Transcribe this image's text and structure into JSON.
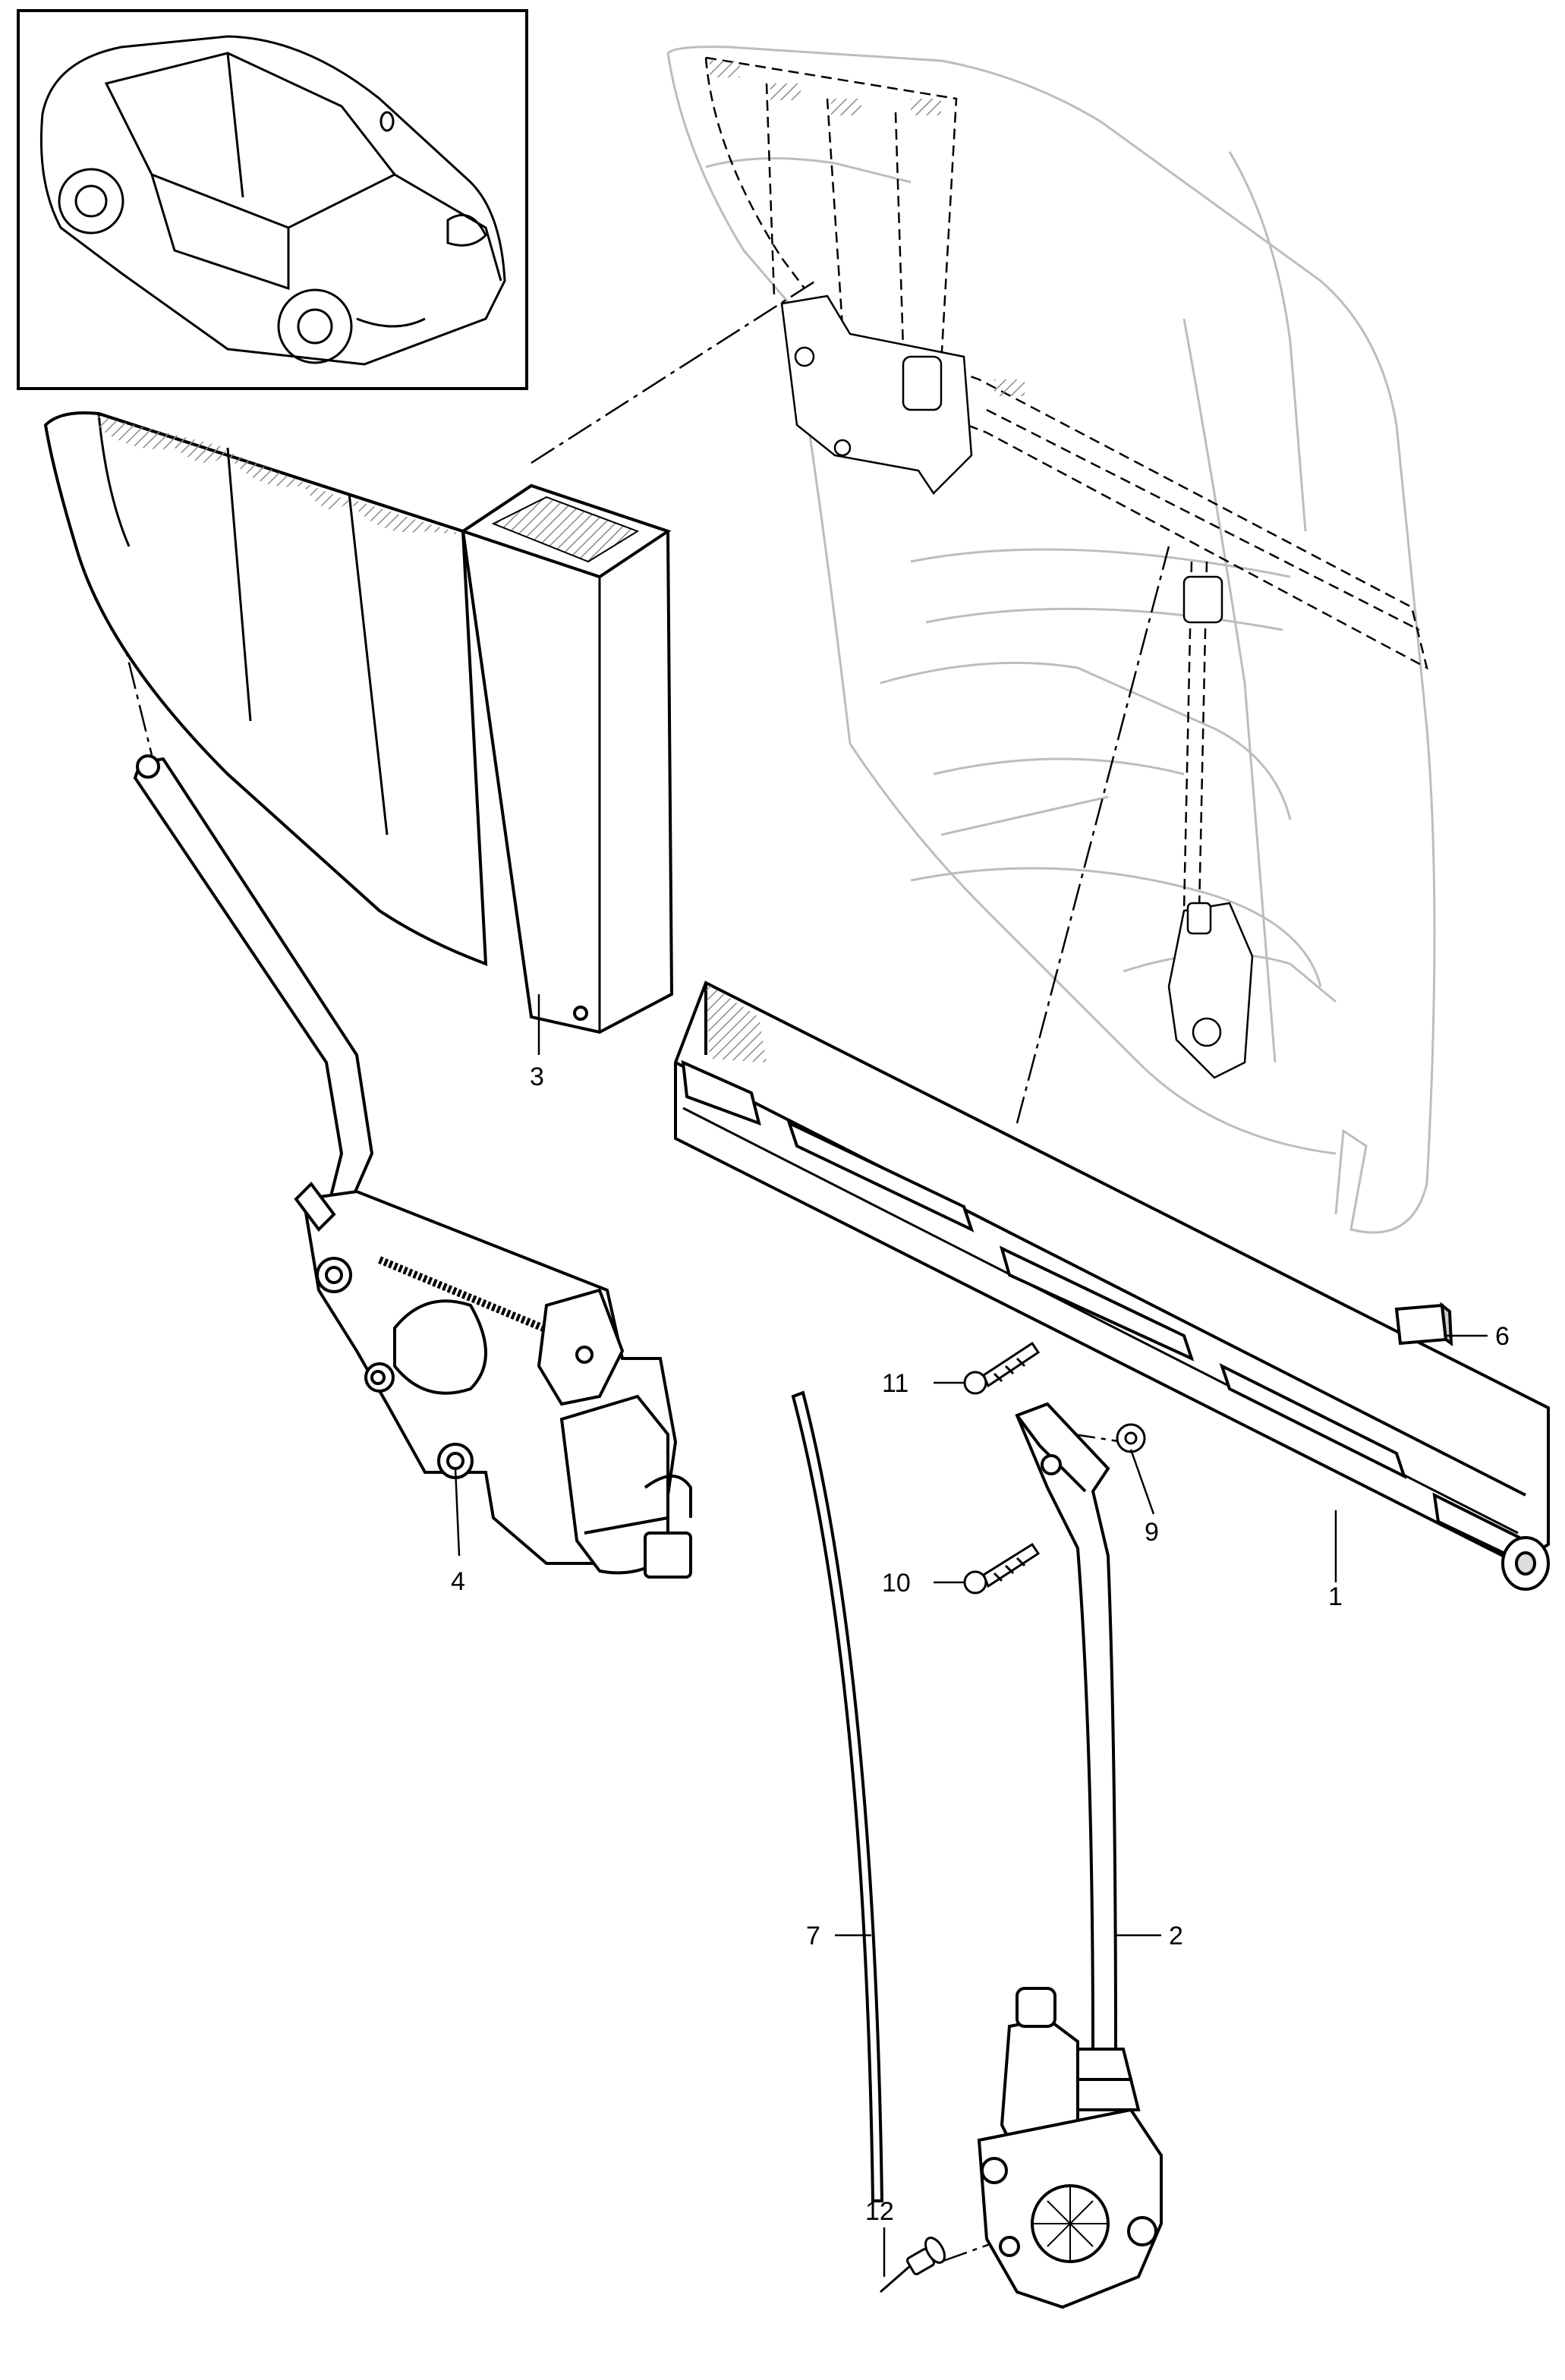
{
  "diagram": {
    "callouts": [
      {
        "id": "1",
        "label": "1"
      },
      {
        "id": "2",
        "label": "2"
      },
      {
        "id": "3",
        "label": "3"
      },
      {
        "id": "4",
        "label": "4"
      },
      {
        "id": "6",
        "label": "6"
      },
      {
        "id": "7",
        "label": "7"
      },
      {
        "id": "9",
        "label": "9"
      },
      {
        "id": "10",
        "label": "10"
      },
      {
        "id": "11",
        "label": "11"
      },
      {
        "id": "12",
        "label": "12"
      }
    ]
  },
  "colors": {
    "line": "#000000",
    "faint": "#bdbdbd",
    "hatch": "#9a9a9a",
    "fill": "#ffffff"
  }
}
